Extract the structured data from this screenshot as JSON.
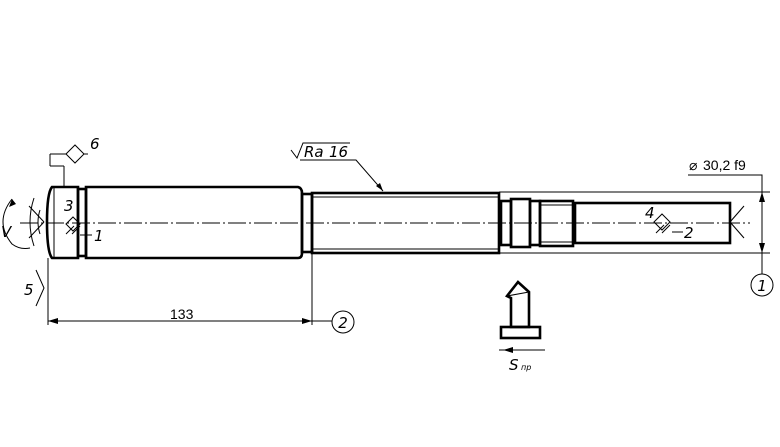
{
  "drawing": {
    "callouts": {
      "c1": "1",
      "c2": "2",
      "c3": "3",
      "c4": "4",
      "c5": "5",
      "c6": "6"
    },
    "datum_marks": {
      "left": "1",
      "right": "2"
    },
    "rotation_label": "V",
    "roughness": {
      "param": "Ra",
      "value": "16"
    },
    "diameter": {
      "symbol": "⌀",
      "value": "30,2 f9"
    },
    "length_dimension": "133",
    "tool_feed": {
      "symbol": "S",
      "subscript": "пр"
    }
  }
}
